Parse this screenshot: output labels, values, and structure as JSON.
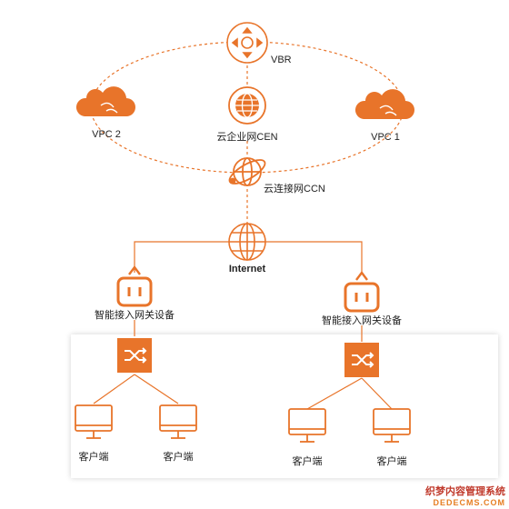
{
  "colors": {
    "accent": "#E8742A",
    "text": "#222222",
    "line": "#E8742A"
  },
  "nodes": {
    "vbr": {
      "label": "VBR",
      "icon": "compass-icon"
    },
    "vpc2": {
      "label": "VPC 2",
      "icon": "cloud-icon"
    },
    "vpc1": {
      "label": "VPC 1",
      "icon": "cloud-icon"
    },
    "cen": {
      "label": "云企业网CEN",
      "icon": "globe-icon"
    },
    "ccn": {
      "label": "云连接网CCN",
      "icon": "globe-orbit-icon"
    },
    "internet": {
      "label": "Internet",
      "icon": "globe-icon"
    },
    "gateway_left": {
      "label": "智能接入网关设备",
      "icon": "gateway-device-icon"
    },
    "gateway_right": {
      "label": "智能接入网关设备",
      "icon": "gateway-device-icon"
    },
    "switch_left": {
      "icon": "switch-icon"
    },
    "switch_right": {
      "icon": "switch-icon"
    },
    "clients": [
      {
        "label": "客户端",
        "icon": "monitor-icon"
      },
      {
        "label": "客户端",
        "icon": "monitor-icon"
      },
      {
        "label": "客户端",
        "icon": "monitor-icon"
      },
      {
        "label": "客户端",
        "icon": "monitor-icon"
      }
    ]
  },
  "watermark": {
    "line1": "织梦内容管理系统",
    "line2": "DEDECMS.COM"
  }
}
